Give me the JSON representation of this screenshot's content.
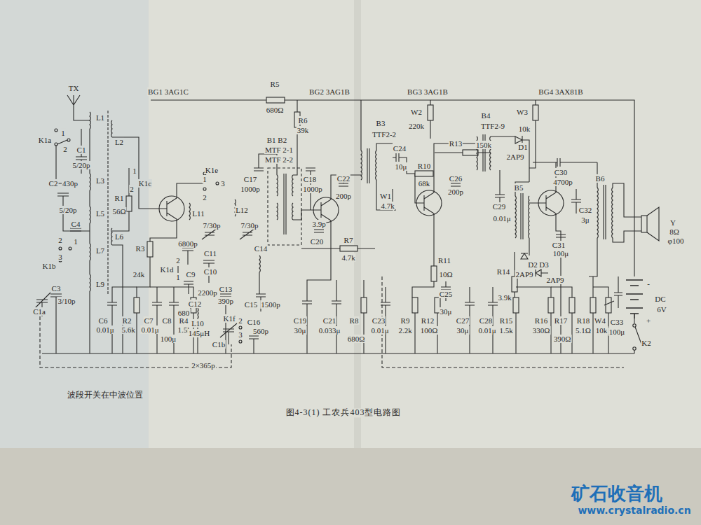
{
  "diagram": {
    "caption": "图4-3(1) 工农兵403型电路图",
    "labels": [
      "TX",
      "K1a",
      "1",
      "2",
      "L1",
      "C1",
      "5/20p",
      "L2",
      "1",
      "K1c",
      "2",
      "C2",
      "430p",
      "L3",
      "R1",
      "5/20p",
      "C4",
      "L5",
      "L6",
      "56Ω",
      "2",
      "1",
      "3",
      "K1b",
      "L7",
      "C3",
      "3/10p",
      "L9",
      "C1a",
      "BG1 3AG1C",
      "R3",
      "24k",
      "C6",
      "0.01μ",
      "R2",
      "5.6k",
      "C7",
      "0.01μ",
      "C8",
      "100μ",
      "R4",
      "1.5k",
      "K1d",
      "2",
      "1",
      "C9",
      "6800p",
      "C11",
      "C10",
      "2200p",
      "C12",
      "680",
      "L10",
      "145μH",
      "C13",
      "390p",
      "K1e",
      "1",
      "2",
      "3",
      "L11",
      "L12",
      "7/30p",
      "7/30p",
      "C14",
      "C15",
      "1500p",
      "K1f",
      "2",
      "3",
      "C16",
      "560p",
      "C1b",
      "2×365p",
      "R5",
      "680Ω",
      "BG2 3AG1B",
      "R6",
      "39k",
      "B1 B2",
      "MTF 2-1",
      "MTF 2-2",
      "C17",
      "1000p",
      "C18",
      "1000p",
      "3.9p",
      "C20",
      "R7",
      "4.7k",
      "C19",
      "30μ",
      "C21",
      "0.033μ",
      "R8",
      "680Ω",
      "B3",
      "TTF2-2",
      "C22",
      "200p",
      "C23",
      "0.01μ",
      "BG3 3AG1B",
      "W2",
      "220k",
      "C24",
      "10μ",
      "R10",
      "68k",
      "W1",
      "4.7k",
      "R13",
      "150k",
      "B4",
      "TTF2-9",
      "D1",
      "2AP9",
      "C26",
      "200p",
      "C29",
      "0.01μ",
      "R11",
      "10Ω",
      "C25",
      "30μ",
      "R9",
      "2.2k",
      "R12",
      "100Ω",
      "C27",
      "30μ",
      "C28",
      "0.01μ",
      "R14",
      "3.9k",
      "D2",
      "2AP9",
      "D3",
      "2AP9",
      "R15",
      "1.5k",
      "B5",
      "BG4 3AX81B",
      "W3",
      "10k",
      "C30",
      "4700p",
      "C31",
      "100μ",
      "C32",
      "3μ",
      "B6",
      "R16",
      "330Ω",
      "R17",
      "390Ω",
      "R18",
      "5.1Ω",
      "W4",
      "10k",
      "C33",
      "100μ",
      "Y",
      "8Ω",
      "φ100",
      "-",
      "DC",
      "6V",
      "+",
      "K2",
      "波段开关在中波位置",
      "矿石收音机",
      "www.crystalradio.cn"
    ]
  }
}
